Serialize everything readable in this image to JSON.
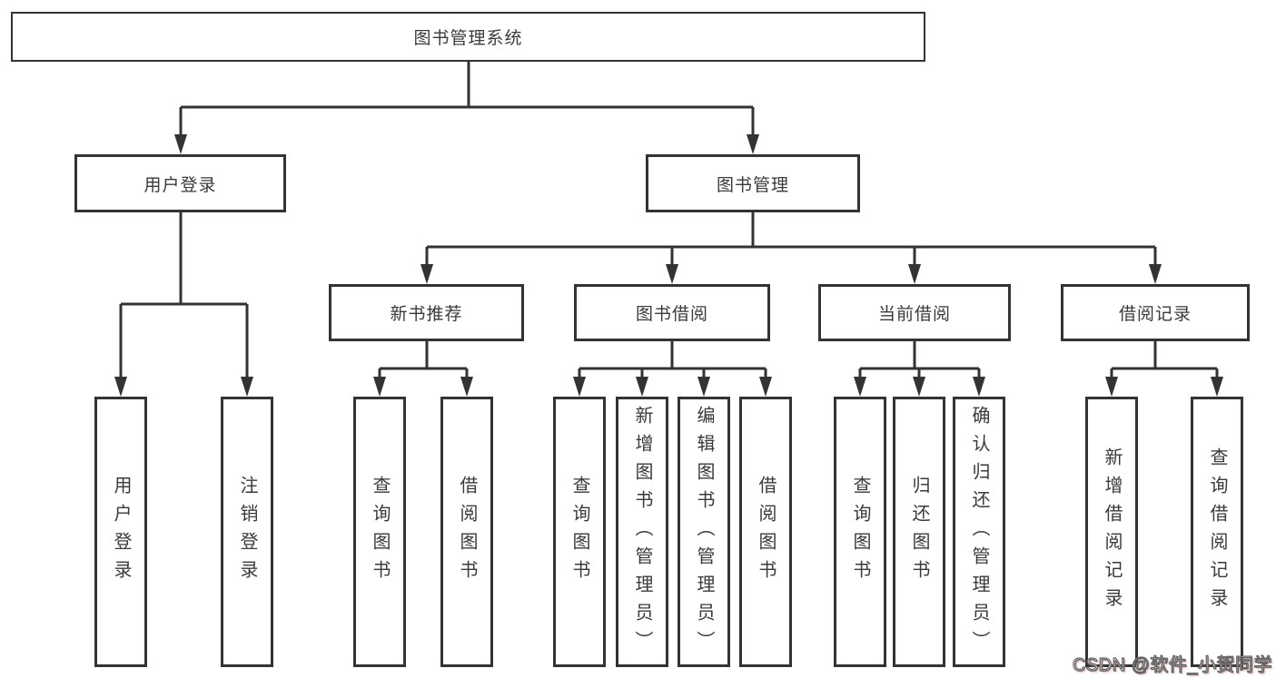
{
  "diagram": {
    "root": {
      "label": "图书管理系统"
    },
    "branches": [
      {
        "label": "用户登录",
        "children": [
          {
            "label": "用户登录"
          },
          {
            "label": "注销登录"
          }
        ]
      },
      {
        "label": "图书管理",
        "children": [
          {
            "label": "新书推荐",
            "children": [
              {
                "label": "查询图书"
              },
              {
                "label": "借阅图书"
              }
            ]
          },
          {
            "label": "图书借阅",
            "children": [
              {
                "label": "查询图书"
              },
              {
                "label": "新增图书（管理员）"
              },
              {
                "label": "编辑图书（管理员）"
              },
              {
                "label": "借阅图书"
              }
            ]
          },
          {
            "label": "当前借阅",
            "children": [
              {
                "label": "查询图书"
              },
              {
                "label": "归还图书"
              },
              {
                "label": "确认归还（管理员）"
              }
            ]
          },
          {
            "label": "借阅记录",
            "children": [
              {
                "label": "新增借阅记录"
              },
              {
                "label": "查询借阅记录"
              }
            ]
          }
        ]
      }
    ]
  },
  "watermark": {
    "text": "CSDN @软件_小贺同学"
  },
  "colors": {
    "line": "#333333",
    "box_border": "#333333",
    "box_fill": "#ffffff",
    "text": "#3a3a3a",
    "watermark_fill": "#ffffff",
    "watermark_outline": "#5f5f5f",
    "watermark_shadow": "#d77878"
  }
}
